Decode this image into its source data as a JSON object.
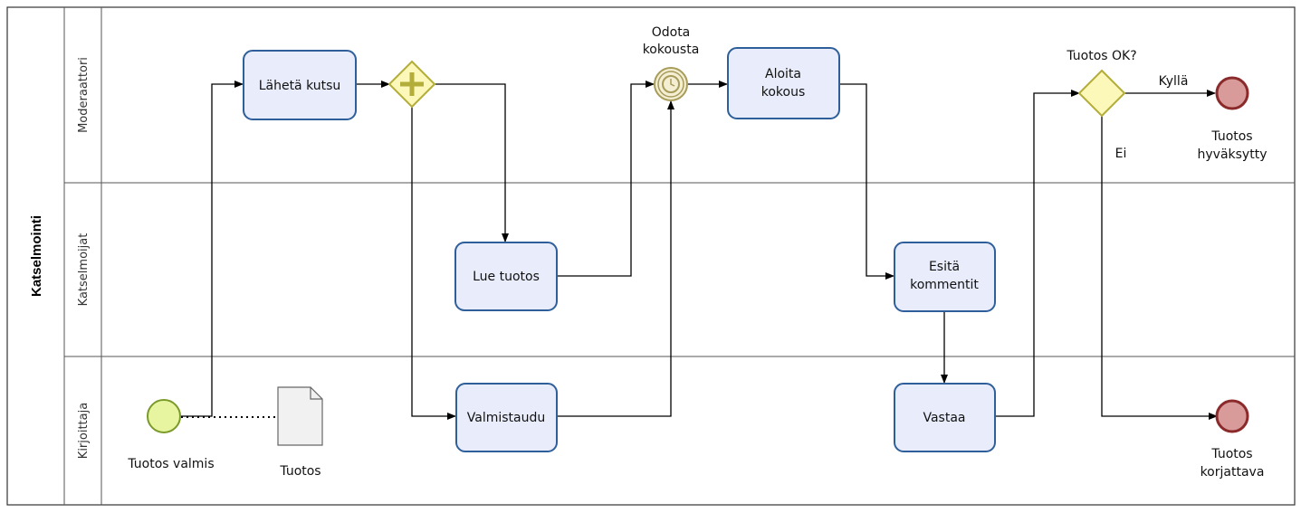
{
  "pool": {
    "title": "Katselmointi"
  },
  "lanes": [
    {
      "id": "moderaattori",
      "title": "Moderaattori"
    },
    {
      "id": "katselmoijat",
      "title": "Katselmoijat"
    },
    {
      "id": "kirjoittaja",
      "title": "Kirjoittaja"
    }
  ],
  "tasks": {
    "laheta_kutsu": [
      "Lähetä kutsu"
    ],
    "aloita_kokous": [
      "Aloita",
      "kokous"
    ],
    "lue_tuotos": [
      "Lue tuotos"
    ],
    "esita_kommentit": [
      "Esitä",
      "kommentit"
    ],
    "valmistaudu": [
      "Valmistaudu"
    ],
    "vastaa": [
      "Vastaa"
    ]
  },
  "events": {
    "start": {
      "label": [
        "Tuotos valmis"
      ]
    },
    "timer": {
      "label": [
        "Odota",
        "kokousta"
      ]
    },
    "end_accepted": {
      "label": [
        "Tuotos",
        "hyväksytty"
      ]
    },
    "end_fix": {
      "label": [
        "Tuotos",
        "korjattava"
      ]
    }
  },
  "gateways": {
    "decision": {
      "label": "Tuotos OK?",
      "yes": "Kyllä",
      "no": "Ei"
    }
  },
  "data_objects": {
    "tuotos": {
      "label": "Tuotos"
    }
  },
  "colors": {
    "task_fill": "#e9edfb",
    "task_stroke": "#2f5f9a",
    "start_fill": "#e7f5a0",
    "start_stroke": "#7a9a2a",
    "end_fill": "#d99a9a",
    "end_stroke": "#8b2a2a",
    "gateway_fill": "#fbf8b9",
    "gateway_stroke": "#b3ad3a",
    "timer_fill": "#f4eed3",
    "timer_stroke": "#a79c5a"
  }
}
